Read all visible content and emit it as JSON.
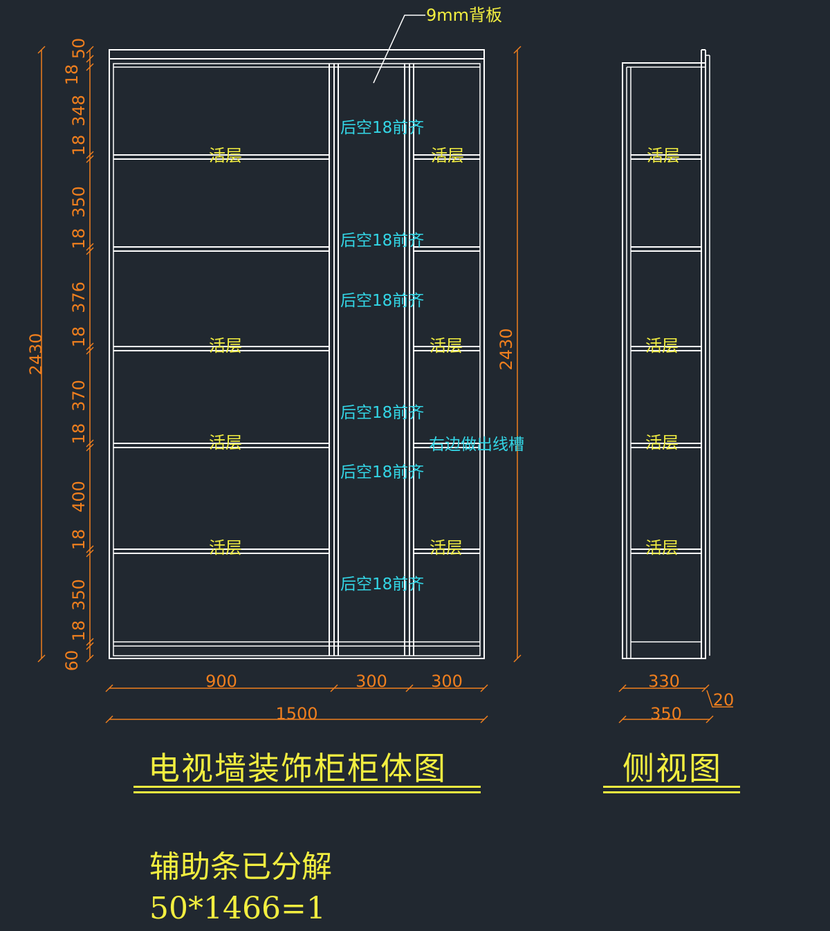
{
  "front_title": "电视墙装饰柜柜体图",
  "side_title": "侧视图",
  "note_line1": "辅助条已分解",
  "note_line2": "50*1466=1",
  "callout_backboard": "9mm背板",
  "shelf_label": "活层",
  "back_gap_label": "后空18前齐",
  "wire_slot_label": "右边做出线槽",
  "overall_height": "2430",
  "vertical_dims": [
    "50",
    "18",
    "348",
    "18",
    "350",
    "18",
    "376",
    "18",
    "370",
    "18",
    "400",
    "18",
    "350",
    "18",
    "60"
  ],
  "horizontal_dims": [
    "900",
    "300",
    "300"
  ],
  "overall_width": "1500",
  "side_dims": {
    "inner": "330",
    "overall": "350",
    "back": "20"
  },
  "colors": {
    "line": "#ffffff",
    "dim": "#f07f1e",
    "text": "#f2ee40",
    "note": "#33d6e6",
    "bg": "#212830"
  }
}
